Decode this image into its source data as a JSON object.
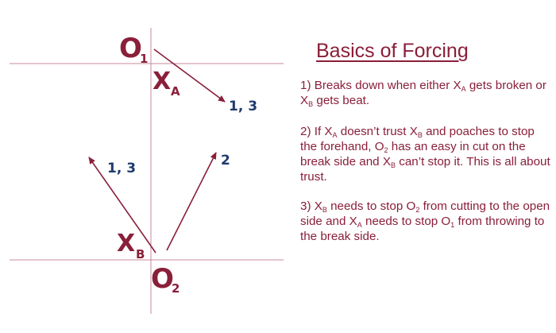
{
  "colors": {
    "primary": "#8a1f3a",
    "secondary": "#1f3a6e",
    "guide_line": "#c98a9b",
    "background": "#ffffff"
  },
  "diagram": {
    "o1_label": "O",
    "o1_sub": "1",
    "xa_label": "X",
    "xa_sub": "A",
    "xb_label": "X",
    "xb_sub": "B",
    "o2_label": "O",
    "o2_sub": "2",
    "arrow_right_upper_label": "1, 3",
    "arrow_left_label": "1, 3",
    "arrow_right_lower_label": "2"
  },
  "panel": {
    "title": "Basics of Forcing",
    "p1": {
      "a": "1) Breaks down when either X",
      "s1": "A",
      "b": " gets broken or X",
      "s2": "B",
      "c": " gets beat."
    },
    "p2": {
      "a": "2) If X",
      "s1": "A",
      "b": " doesn’t trust X",
      "s2": "B",
      "c": " and poaches to stop the forehand, O",
      "s3": "2",
      "d": " has an easy in cut on the break side and X",
      "s4": "B",
      "e": " can’t stop it. This is all about trust."
    },
    "p3": {
      "a": "3) X",
      "s1": "B",
      "b": " needs to stop O",
      "s2": "2",
      "c": " from cutting to the open side and X",
      "s3": "A",
      "d": " needs to stop O",
      "s4": "1",
      "e": " from throwing to the break side."
    }
  }
}
